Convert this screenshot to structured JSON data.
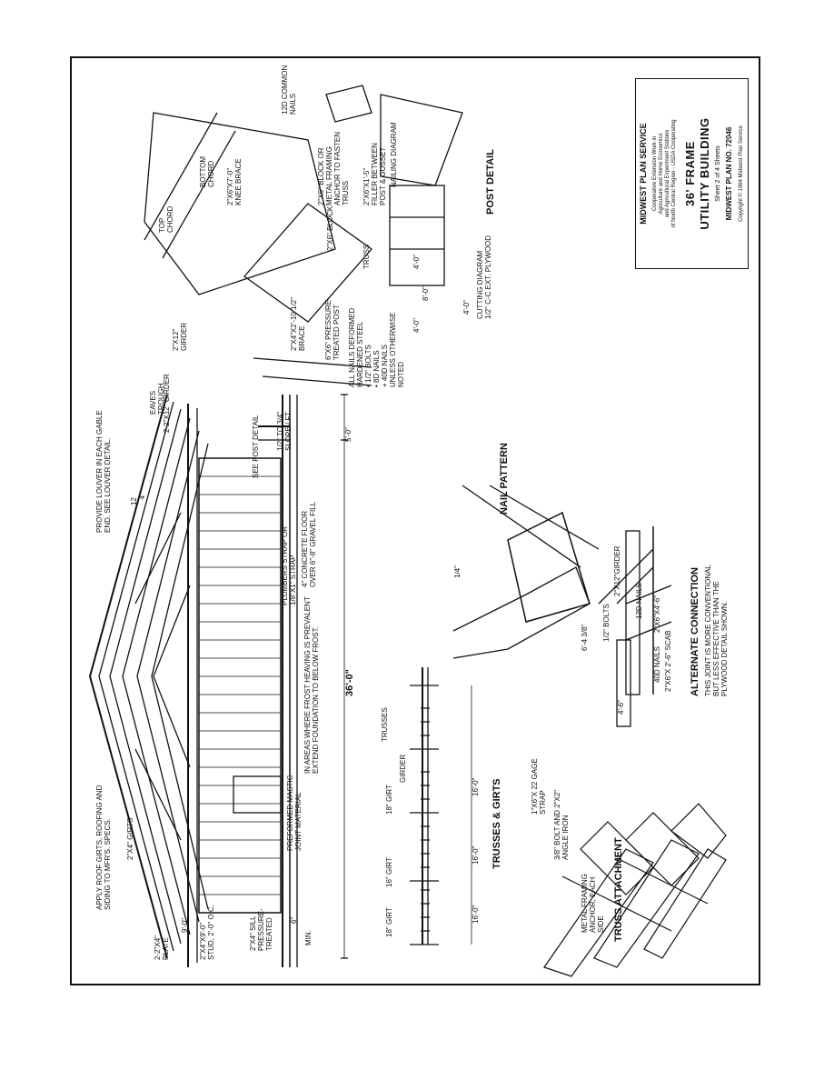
{
  "labels": {
    "apply_roof": "APPLY ROOF GIRTS, ROOFING AND\nSIDING TO MFR'S. SPECS.",
    "provide_louver": "PROVIDE LOUVER IN EACH GABLE\nEND. SEE LOUVER DETAIL.",
    "pitch": "12\n   4",
    "girder_2x12": "2-2\"X12\" GIRDER",
    "eaves_trough": "EAVES\nTROUGH",
    "see_post_detail": "SEE POST DETAIL",
    "slope": "1/2\" TO 3/4\"\nSLOPE / FT.",
    "girts_2x4": "2\"X4\" GIRTS",
    "plate": "2-2\"X4\"\nPLATE",
    "stud": "2\"X4\"X9'-0\"\nSTUD, 2'-0\" O.C.",
    "sill": "2\"X4\" SILL\nPRESSURE-\nTREATED",
    "dim_9_0": "9'-0\"",
    "dim_6": "6\"",
    "dim_min": "MIN.",
    "preformed": "PREFORMED MASTIC\nJOINT MATERIAL",
    "frost": "IN AREAS WHERE FROST HEAVING IS PREVALENT\nEXTEND FOUNDATION TO BELOW FROST.",
    "plumbers_strap": "PLUMBERS STRAP OR\n1/8\"X1\" STRAP",
    "concrete_floor": "4\" CONCRETE FLOOR\nOVER 6\"-8\" GRAVEL FILL",
    "dim_36_0": "36'-0\"",
    "dim_5_0": "5'-0\"",
    "trusses": "TRUSSES",
    "girt_18a": "18\" GIRT",
    "girt_16": "16\" GIRT",
    "girt_18b": "18\" GIRT",
    "girder": "GIRDER",
    "dim_16_0_a": "16'-0\"",
    "dim_16_0_b": "16'-0\"",
    "dim_16_0_c": "16'-0\"",
    "trusses_girts": "TRUSSES & GIRTS",
    "strap_22": "1\"X6\"X 22 GAGE\nSTRAP",
    "bolt_angle": "3/8\" BOLT AND 2\"X2\"\nANGLE IRON",
    "metal_framing_anchor": "METAL FRAMING\nANCHOR, EACH\nSIDE",
    "truss_attachment": "TRUSS ATTACHMENT",
    "nail_pattern": "NAIL PATTERN",
    "dim_1_4": "1/4\"",
    "girder_2x12b": "2\"X12\"GIRDER",
    "nails_12d": "12d NAILS",
    "knee_2x6": "2\"X6\"X4'-6\"",
    "nails_40d": "40d NAILS",
    "scab": "2\"X6\"X 2'-6\" SCAB",
    "bolts_half": "1/2\" BOLTS",
    "dim_6_4_38": "6'-4 3/8\"",
    "dim_4_6": "4'-6\"",
    "alt_connection": "ALTERNATE CONNECTION",
    "alt_note": "THIS JOINT IS MORE CONVENTIONAL\nBUT LESS EFFECTIVE THAN THE\nPLYWOOD DETAIL SHOWN.",
    "girder_2x12c": "2\"X12\"\nGIRDER",
    "brace": "2\"X4\"X2'-10 1/2\"\nBRACE",
    "post_6x6": "6\"X6\" PRESSURE-\nTREATED POST",
    "nail_notes": "ALL NAILS DEFORMED\nHARDENED STEEL\n• 1/2\" BOLTS\n• 8d NAILS\n+ 40d NAILS\nUNLESS OTHERWISE\nNOTED",
    "top_chord": "TOP\nCHORD",
    "bottom_chord": "BOTTOM\nCHORD",
    "knee_brace": "2\"X6\"X7'-0\"\nKNEE BRACE",
    "common_nails": "12d COMMON\nNAILS",
    "block": "2\"X6\" BLOCK OR\nMETAL FRAMING\nANCHOR TO FASTEN\nTRUSS",
    "block_2x6": "2\"X6\" BLOCK",
    "filler": "2\"X6\"X1'-5\"\nFILLER BETWEEN\nPOST & GUSSET",
    "nailing_diagram": "NAILING DIAGRAM",
    "truss_lbl": "TRUSS",
    "cut_8_0": "8'-0\"",
    "cut_4_0a": "4'-0\"",
    "cut_4_0b": "4'-0\"",
    "cut_4_0c": "4'-0\"",
    "cutting_diagram": "CUTTING DIAGRAM\n1/2\" C-C EXT. PLYWOOD",
    "post_detail": "POST DETAIL"
  },
  "titleblock": {
    "org": "MIDWEST PLAN SERVICE",
    "coop": "Cooperative Extension Work in\nAgriculture and Home Economics\nand Agricultural Experiment Stations\nof North Central Region - USDA Cooperating",
    "name1": "36' FRAME",
    "name2": "UTILITY BUILDING",
    "sheet": "Sheet 2 of 4 Sheets",
    "plan_no": "MIDWEST PLAN NO. 72046",
    "copyright": "Copyright © 1964 Midwest Plan Service"
  }
}
